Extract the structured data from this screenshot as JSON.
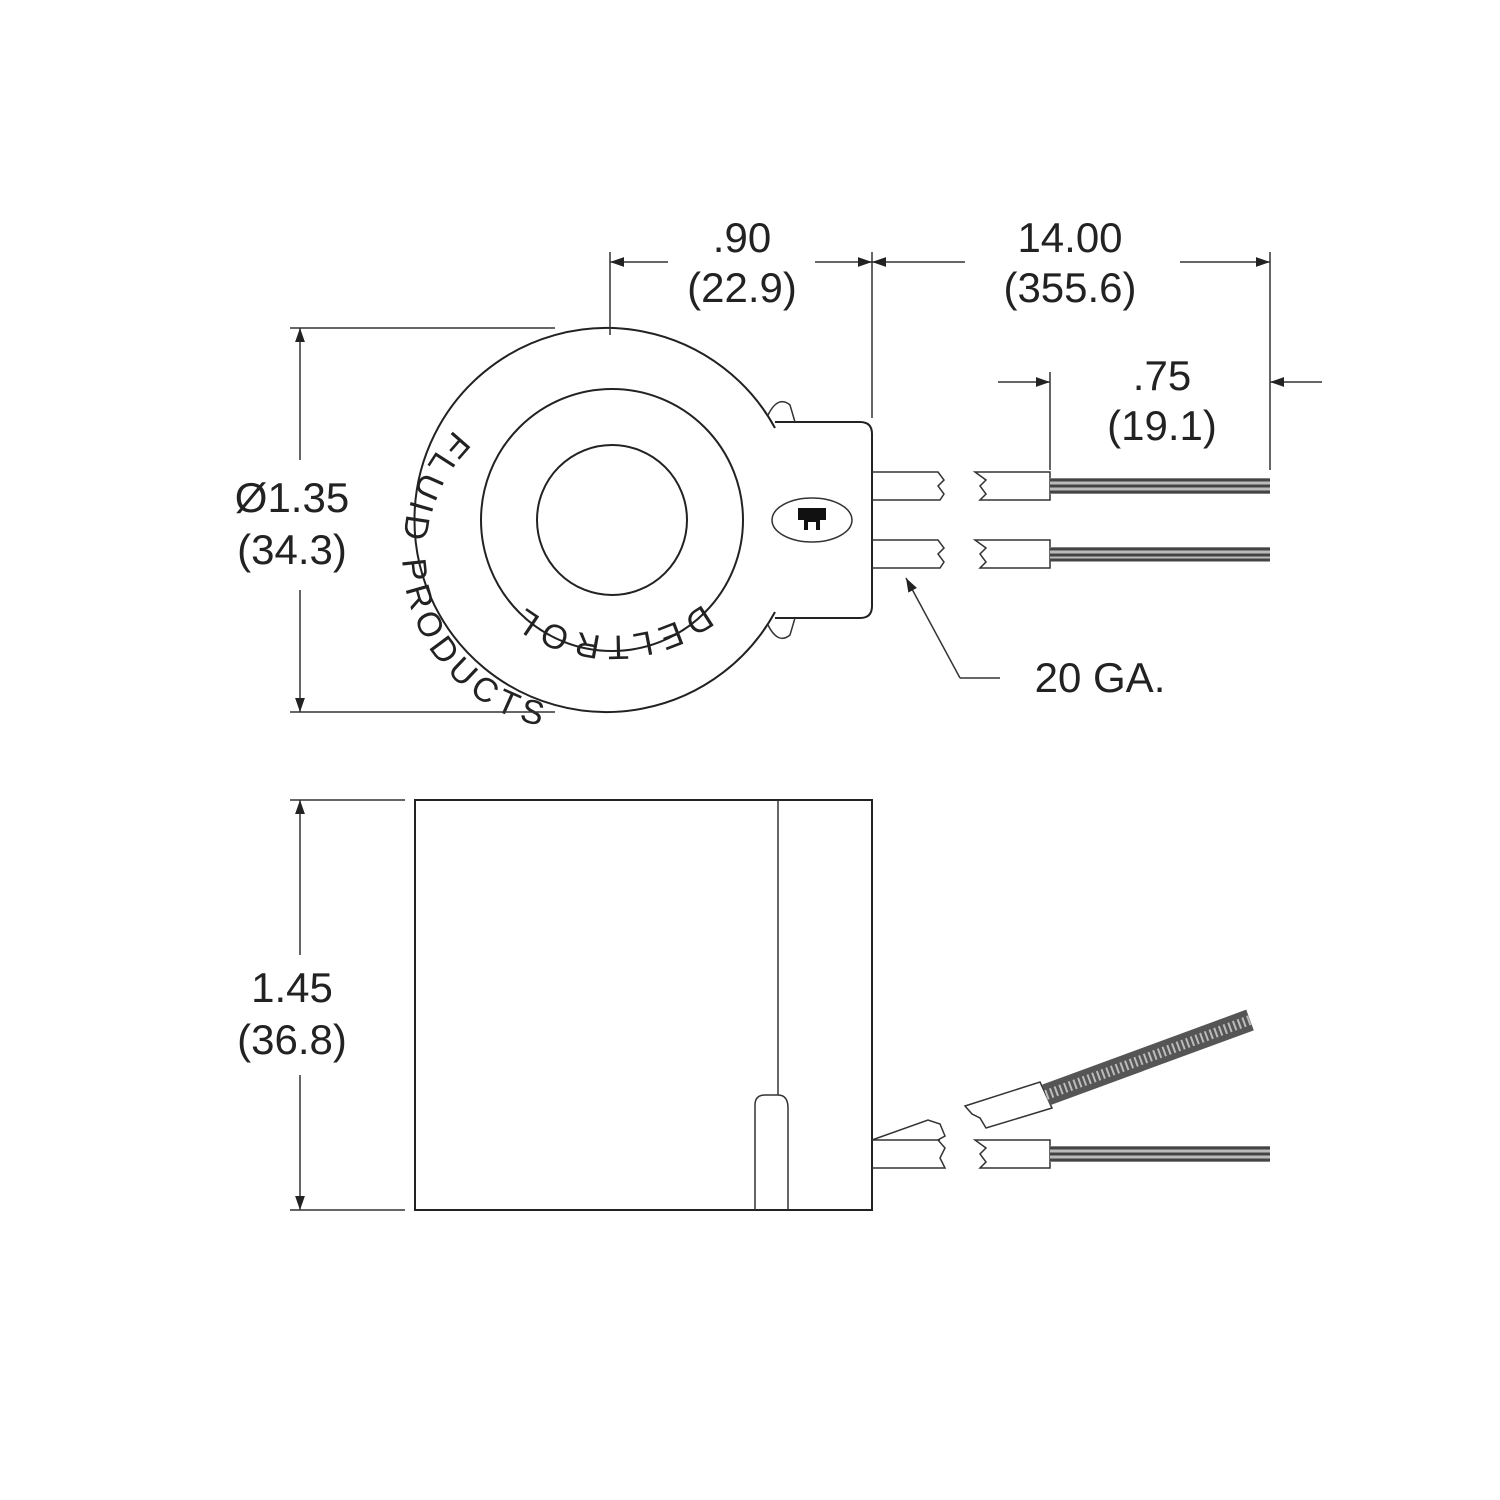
{
  "title": "Solenoid coil dimensional drawing",
  "brand": {
    "top_text": "DELTROL",
    "bottom_text": "FLUID PRODUCTS"
  },
  "dimensions": {
    "tab_width": {
      "inch": ".90",
      "mm": "(22.9)"
    },
    "lead_length": {
      "inch": "14.00",
      "mm": "(355.6)"
    },
    "strip_length": {
      "inch": ".75",
      "mm": "(19.1)"
    },
    "diameter": {
      "inch": "Ø1.35",
      "mm": "(34.3)"
    },
    "height": {
      "inch": "1.45",
      "mm": "(36.8)"
    }
  },
  "wire_gauge_label": "20 GA.",
  "colors": {
    "line": "#222222",
    "background": "#ffffff"
  }
}
